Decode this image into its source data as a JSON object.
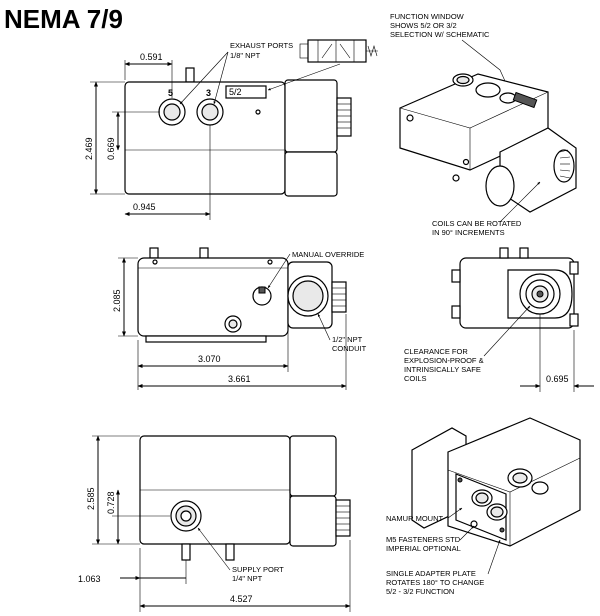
{
  "title": "NEMA 7/9",
  "views": {
    "top": {
      "dims": {
        "port_offset": "0.591",
        "height": "2.469",
        "inner_height": "0.669",
        "width_to_port": "0.945"
      },
      "port_labels": [
        "5",
        "3"
      ],
      "window_label": "5/2"
    },
    "front": {
      "dims": {
        "height": "2.085",
        "inner_width": "3.070",
        "overall_width": "3.661"
      }
    },
    "side": {
      "dims": {
        "offset": "0.695"
      }
    },
    "bottom": {
      "dims": {
        "height": "2.585",
        "inner_height": "0.728",
        "port_offset": "1.063",
        "overall_width": "4.527"
      }
    }
  },
  "callouts": {
    "exhaust_ports": [
      "EXHAUST PORTS",
      "1/8\" NPT"
    ],
    "function_window": [
      "FUNCTION WINDOW",
      "SHOWS 5/2 OR 3/2",
      "SELECTION W/ SCHEMATIC"
    ],
    "coils_rotate": [
      "COILS CAN BE ROTATED",
      "IN 90° INCREMENTS"
    ],
    "manual_override": [
      "MANUAL OVERRIDE"
    ],
    "conduit": [
      "1/2\" NPT",
      "CONDUIT"
    ],
    "clearance": [
      "CLEARANCE FOR",
      "EXPLOSION-PROOF &",
      "INTRINSICALLY SAFE",
      "COILS"
    ],
    "namur_mount": [
      "NAMUR MOUNT"
    ],
    "fasteners": [
      "M5 FASTENERS STD",
      "IMPERIAL OPTIONAL"
    ],
    "supply_port": [
      "SUPPLY PORT",
      "1/4\" NPT"
    ],
    "adapter_plate": [
      "SINGLE ADAPTER PLATE",
      "ROTATES 180° TO CHANGE",
      "5/2 - 3/2 FUNCTION"
    ]
  }
}
